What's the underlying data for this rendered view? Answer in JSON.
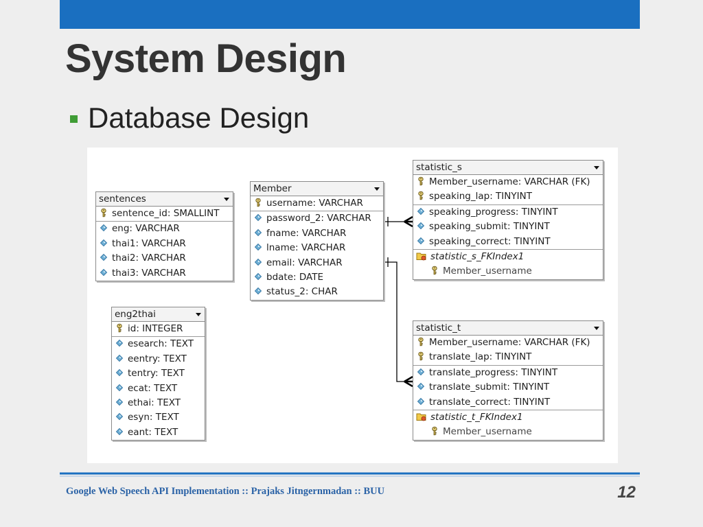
{
  "slide": {
    "title": "System Design",
    "bullet": "Database Design",
    "footer": "Google Web Speech API Implementation :: Prajaks Jitngernmadan :: BUU",
    "page_number": "12"
  },
  "colors": {
    "top_bar": "#1a6fc0",
    "bullet": "#3f9c35",
    "footer_line": "#1a6fc0",
    "footer_text": "#2a62a6"
  },
  "diagram": {
    "tables": [
      {
        "name": "sentences",
        "sections": [
          [
            {
              "icon": "key-icon",
              "text": "sentence_id: SMALLINT"
            }
          ],
          [
            {
              "icon": "diamond-icon",
              "text": "eng: VARCHAR"
            },
            {
              "icon": "diamond-icon",
              "text": "thai1: VARCHAR"
            },
            {
              "icon": "diamond-icon",
              "text": "thai2: VARCHAR"
            },
            {
              "icon": "diamond-icon",
              "text": "thai3: VARCHAR"
            }
          ]
        ]
      },
      {
        "name": "eng2thai",
        "sections": [
          [
            {
              "icon": "key-icon",
              "text": "id: INTEGER"
            }
          ],
          [
            {
              "icon": "diamond-icon",
              "text": "esearch: TEXT"
            },
            {
              "icon": "diamond-icon",
              "text": "eentry: TEXT"
            },
            {
              "icon": "diamond-icon",
              "text": "tentry: TEXT"
            },
            {
              "icon": "diamond-icon",
              "text": "ecat: TEXT"
            },
            {
              "icon": "diamond-icon",
              "text": "ethai: TEXT"
            },
            {
              "icon": "diamond-icon",
              "text": "esyn: TEXT"
            },
            {
              "icon": "diamond-icon",
              "text": "eant: TEXT"
            }
          ]
        ]
      },
      {
        "name": "Member",
        "sections": [
          [
            {
              "icon": "key-icon",
              "text": "username: VARCHAR"
            }
          ],
          [
            {
              "icon": "diamond-icon",
              "text": "password_2: VARCHAR"
            },
            {
              "icon": "diamond-icon",
              "text": "fname: VARCHAR"
            },
            {
              "icon": "diamond-icon",
              "text": "lname: VARCHAR"
            },
            {
              "icon": "diamond-icon",
              "text": "email: VARCHAR"
            },
            {
              "icon": "diamond-icon",
              "text": "bdate: DATE"
            },
            {
              "icon": "diamond-icon",
              "text": "status_2: CHAR"
            }
          ]
        ]
      },
      {
        "name": "statistic_s",
        "sections": [
          [
            {
              "icon": "key-icon",
              "text": "Member_username: VARCHAR (FK)"
            },
            {
              "icon": "key-icon",
              "text": "speaking_lap: TINYINT"
            }
          ],
          [
            {
              "icon": "diamond-icon",
              "text": "speaking_progress: TINYINT"
            },
            {
              "icon": "diamond-icon",
              "text": "speaking_submit: TINYINT"
            },
            {
              "icon": "diamond-icon",
              "text": "speaking_correct: TINYINT"
            }
          ],
          [
            {
              "icon": "index-folder-icon",
              "text": "statistic_s_FKIndex1",
              "kind": "index"
            },
            {
              "icon": "key-icon",
              "text": "Member_username",
              "kind": "index-col"
            }
          ]
        ]
      },
      {
        "name": "statistic_t",
        "sections": [
          [
            {
              "icon": "key-icon",
              "text": "Member_username: VARCHAR (FK)"
            },
            {
              "icon": "key-icon",
              "text": "translate_lap: TINYINT"
            }
          ],
          [
            {
              "icon": "diamond-icon",
              "text": "translate_progress: TINYINT"
            },
            {
              "icon": "diamond-icon",
              "text": "translate_submit: TINYINT"
            },
            {
              "icon": "diamond-icon",
              "text": "translate_correct: TINYINT"
            }
          ],
          [
            {
              "icon": "index-folder-icon",
              "text": "statistic_t_FKIndex1",
              "kind": "index"
            },
            {
              "icon": "key-icon",
              "text": "Member_username",
              "kind": "index-col"
            }
          ]
        ]
      }
    ],
    "relationships": [
      {
        "from": "Member",
        "to": "statistic_s",
        "cardinality": "one-to-many"
      },
      {
        "from": "Member",
        "to": "statistic_t",
        "cardinality": "one-to-many"
      }
    ]
  }
}
